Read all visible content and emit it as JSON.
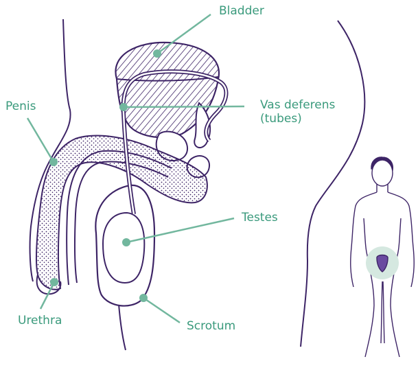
{
  "labels": {
    "bladder": "Bladder",
    "vas_deferens": "Vas deferens",
    "vas_deferens_note": "(tubes)",
    "penis": "Penis",
    "testes": "Testes",
    "urethra": "Urethra",
    "scrotum": "Scrotum"
  },
  "colors": {
    "label_text": "#3a9a7c",
    "leader_line": "#72b79e",
    "outline": "#3d2466",
    "highlight": "#d5e8e0"
  }
}
